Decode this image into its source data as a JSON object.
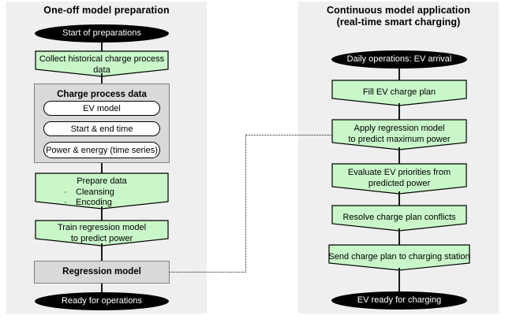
{
  "diagram": {
    "title_left": "One-off model preparation",
    "title_right_line1": "Continuous model application",
    "title_right_line2": "(real-time smart charging)",
    "colors": {
      "panel_bg": "#efefef",
      "page_bg": "#ffffff",
      "process_fill": "#c9f7c9",
      "store_fill": "#d9d9d9",
      "terminator_fill": "#000000",
      "pill_fill": "#ffffff",
      "stroke": "#000000"
    }
  },
  "left_column": {
    "start": {
      "label": "Start of preparations",
      "type": "terminator"
    },
    "collect": {
      "label_line1": "Collect historical charge process",
      "label_line2": "data",
      "type": "process"
    },
    "group": {
      "title": "Charge process data",
      "type": "data-group",
      "items": [
        {
          "label": "EV model"
        },
        {
          "label": "Start & end time"
        },
        {
          "label": "Power & energy (time series)"
        }
      ]
    },
    "prepare": {
      "label": "Prepare data",
      "type": "process",
      "bullet_glyph": "·",
      "bullets": [
        "Cleansing",
        "Encoding"
      ]
    },
    "train": {
      "label_line1": "Train regression model",
      "label_line2": "to predict power",
      "type": "process"
    },
    "model_store": {
      "label": "Regression model",
      "type": "store"
    },
    "end": {
      "label": "Ready for operations",
      "type": "terminator"
    }
  },
  "right_column": {
    "start": {
      "label": "Daily operations: EV arrival",
      "type": "terminator"
    },
    "steps": [
      {
        "label_line1": "Fill EV charge plan",
        "label_line2": "",
        "type": "process"
      },
      {
        "label_line1": "Apply regression model",
        "label_line2": "to predict maximum power",
        "type": "process"
      },
      {
        "label_line1": "Evaluate EV priorities from",
        "label_line2": "predicted power",
        "type": "process"
      },
      {
        "label_line1": "Resolve charge plan conflicts",
        "label_line2": "",
        "type": "process"
      },
      {
        "label_line1": "Send charge plan to charging station",
        "label_line2": "",
        "type": "process"
      }
    ],
    "end": {
      "label": "EV ready for charging",
      "type": "terminator"
    }
  },
  "cross_link": {
    "from": "Regression model",
    "to": "Apply regression model to predict maximum power",
    "style": "dotted"
  }
}
